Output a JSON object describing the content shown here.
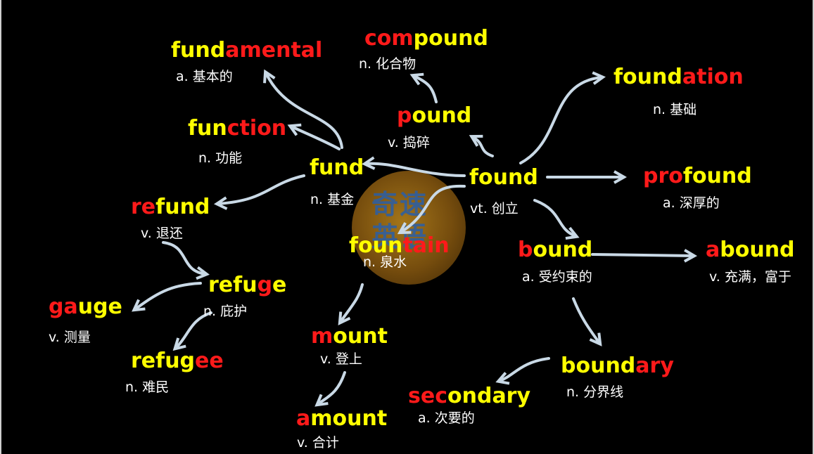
{
  "colors": {
    "word_yellow": "#ffff00",
    "affix_red": "#ff1a1a",
    "arrow": "#c9d9e6",
    "background": "#000000"
  },
  "watermark": {
    "text": "奇速英语"
  },
  "words": {
    "fundamental": {
      "parts": [
        [
          "fund",
          "y"
        ],
        [
          "amental",
          "r"
        ]
      ],
      "gloss": "a. 基本的"
    },
    "compound": {
      "parts": [
        [
          "com",
          "r"
        ],
        [
          "pound",
          "y"
        ]
      ],
      "gloss": "n. 化合物"
    },
    "foundation": {
      "parts": [
        [
          "found",
          "y"
        ],
        [
          "ation",
          "r"
        ]
      ],
      "gloss": "n. 基础"
    },
    "function": {
      "parts": [
        [
          "fun",
          "y"
        ],
        [
          "ction",
          "r"
        ]
      ],
      "gloss": "n. 功能"
    },
    "pound": {
      "parts": [
        [
          "p",
          "r"
        ],
        [
          "ound",
          "y"
        ]
      ],
      "gloss": "v. 捣碎"
    },
    "fund": {
      "parts": [
        [
          "fund",
          "y"
        ]
      ],
      "gloss": "n. 基金"
    },
    "found": {
      "parts": [
        [
          "found",
          "y"
        ]
      ],
      "gloss": "vt. 创立"
    },
    "profound": {
      "parts": [
        [
          "pro",
          "r"
        ],
        [
          "found",
          "y"
        ]
      ],
      "gloss": "a.  深厚的"
    },
    "refund": {
      "parts": [
        [
          "re",
          "r"
        ],
        [
          "fund",
          "y"
        ]
      ],
      "gloss": "v. 退还"
    },
    "fountain": {
      "parts": [
        [
          "foun",
          "y"
        ],
        [
          "tain",
          "r"
        ]
      ],
      "gloss": "n. 泉水"
    },
    "bound": {
      "parts": [
        [
          "b",
          "r"
        ],
        [
          "ound",
          "y"
        ]
      ],
      "gloss": "a. 受约束的"
    },
    "abound": {
      "parts": [
        [
          "a",
          "r"
        ],
        [
          "bound",
          "y"
        ]
      ],
      "gloss": "v. 充满，富于"
    },
    "refuge": {
      "parts": [
        [
          "refu",
          "y"
        ],
        [
          "g",
          "r"
        ],
        [
          "e",
          "y"
        ]
      ],
      "gloss": "n. 庇护"
    },
    "gauge": {
      "parts": [
        [
          "ga",
          "r"
        ],
        [
          "uge",
          "y"
        ]
      ],
      "gloss": "v. 测量"
    },
    "mount": {
      "parts": [
        [
          "m",
          "r"
        ],
        [
          "ount",
          "y"
        ]
      ],
      "gloss": "v. 登上"
    },
    "refugee": {
      "parts": [
        [
          "refug",
          "y"
        ],
        [
          "ee",
          "r"
        ]
      ],
      "gloss": "n. 难民"
    },
    "boundary": {
      "parts": [
        [
          "bound",
          "y"
        ],
        [
          "ary",
          "r"
        ]
      ],
      "gloss": "n. 分界线"
    },
    "secondary": {
      "parts": [
        [
          "sec",
          "r"
        ],
        [
          "ondary",
          "y"
        ]
      ],
      "gloss": "a. 次要的"
    },
    "amount": {
      "parts": [
        [
          "a",
          "r"
        ],
        [
          "mount",
          "y"
        ]
      ],
      "gloss": "v. 合计"
    }
  }
}
